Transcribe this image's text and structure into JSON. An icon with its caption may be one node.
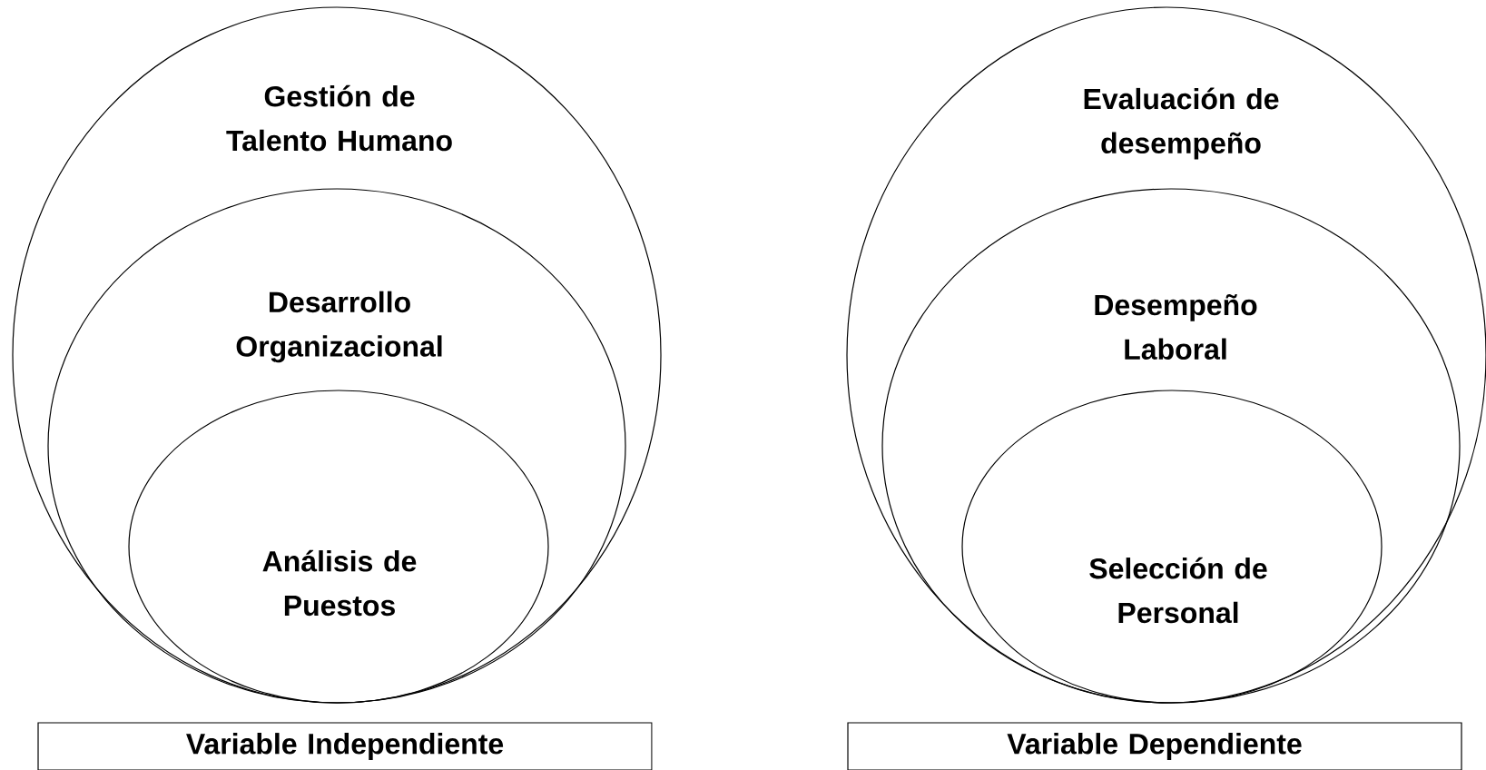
{
  "diagram": {
    "nodes": [
      {
        "text": [
          "Gestión de Talento Humano"
        ]
      },
      {
        "text": [
          "Desarrollo Organizacional"
        ],
        "in": 0
      },
      {
        "text": [
          "Análisis de Puestos"
        ],
        "in": 1
      },
      {
        "text": [
          "Evaluación de desempeño"
        ]
      },
      {
        "text": [
          "Desempeño Laboral"
        ],
        "in": 3
      },
      {
        "text": [
          "Selección de Personal"
        ],
        "in": 4
      },
      {
        "text": [
          "Variable Independiente"
        ]
      },
      {
        "text": [
          "Variable Dependiente"
        ]
      }
    ]
  }
}
